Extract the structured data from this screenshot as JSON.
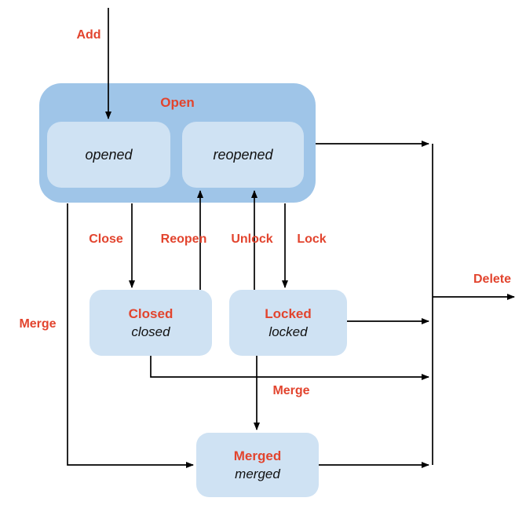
{
  "colors": {
    "background": "#ffffff",
    "container_fill": "#9fc5e8",
    "state_fill": "#cfe2f3",
    "label_red": "#e2442e",
    "state_text": "#111111",
    "line": "#000000"
  },
  "states": {
    "open": {
      "label": "Open",
      "substates": {
        "opened": "opened",
        "reopened": "reopened"
      }
    },
    "closed": {
      "label": "Closed",
      "substate": "closed"
    },
    "locked": {
      "label": "Locked",
      "substate": "locked"
    },
    "merged": {
      "label": "Merged",
      "substate": "merged"
    }
  },
  "transitions": {
    "add": "Add",
    "close": "Close",
    "reopen": "Reopen",
    "unlock": "Unlock",
    "lock": "Lock",
    "merge_left": "Merge",
    "merge_bottom": "Merge",
    "delete": "Delete"
  }
}
